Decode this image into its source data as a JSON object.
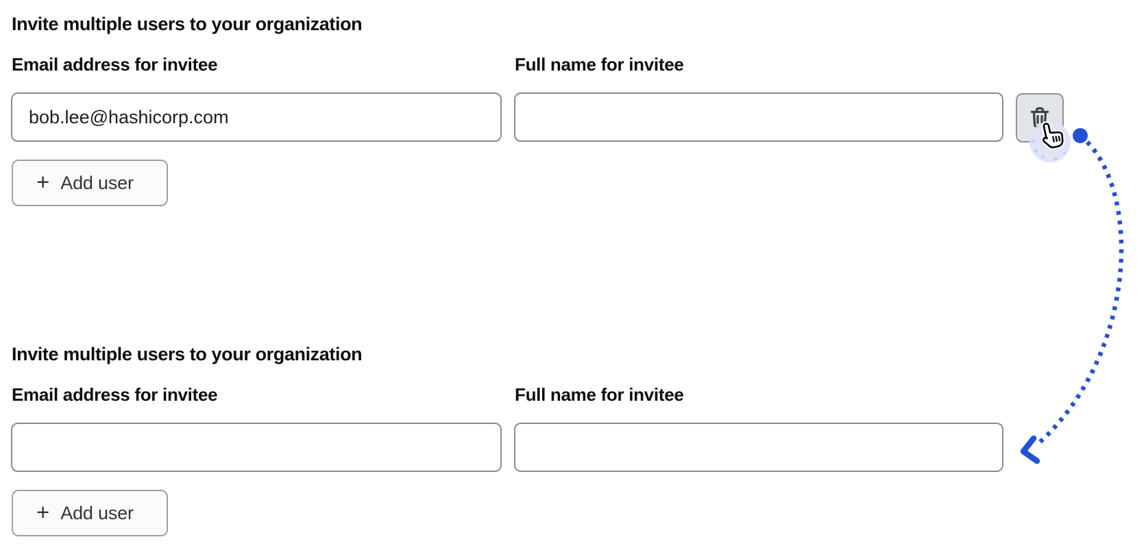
{
  "sections": [
    {
      "heading": "Invite multiple users to your organization",
      "fields": [
        {
          "label": "Email address for invitee",
          "value": "bob.lee@hashicorp.com"
        },
        {
          "label": "Full name for invitee",
          "value": ""
        }
      ],
      "add_user_button_label": "Add user",
      "add_user_plus_glyph": "+",
      "delete_row_button_icon": "trash-icon"
    },
    {
      "heading": "Invite multiple users to your organization",
      "fields": [
        {
          "label": "Email address for invitee",
          "value": ""
        },
        {
          "label": "Full name for invitee",
          "value": ""
        }
      ],
      "add_user_button_label": "Add user",
      "add_user_plus_glyph": "+"
    }
  ],
  "annotation": {
    "arrow_color": "#2451d6",
    "cursor_icon": "hand-pointer-icon",
    "halo_color": "#dfe1f6"
  }
}
